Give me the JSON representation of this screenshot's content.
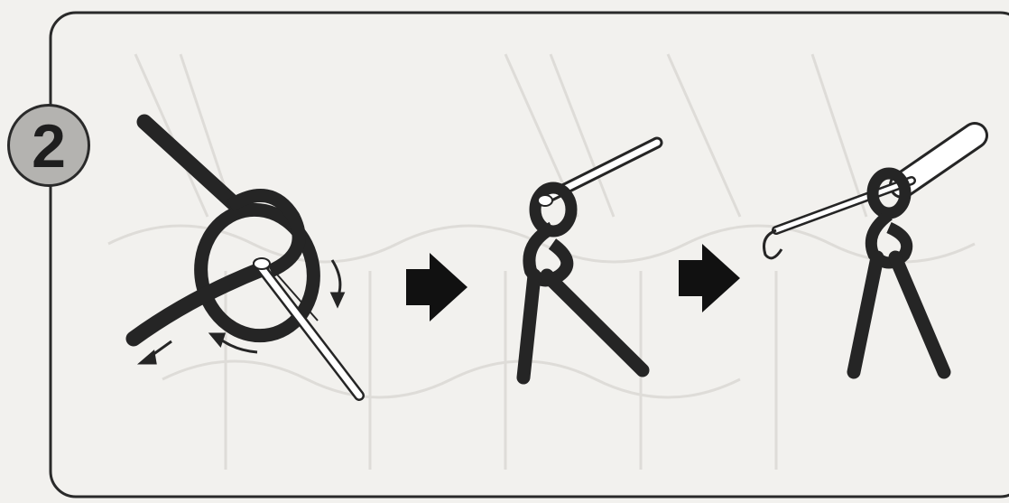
{
  "step": {
    "number": "2"
  },
  "colors": {
    "paper": "#f2f1ee",
    "frame": "#2a2a2a",
    "cord": "#252525",
    "badge": "#b4b3b0",
    "hook": "#ffffff",
    "faint_pattern": "#dedcd8"
  },
  "panels": [
    {
      "illustration": "cord-loop-with-crochet-hook",
      "direction_arrows": 3
    },
    {
      "illustration": "hook-through-slip-knot"
    },
    {
      "illustration": "hook-catching-cord-from-knot"
    }
  ],
  "transitions": [
    {
      "icon": "right-arrow-icon"
    },
    {
      "icon": "right-arrow-icon"
    }
  ]
}
